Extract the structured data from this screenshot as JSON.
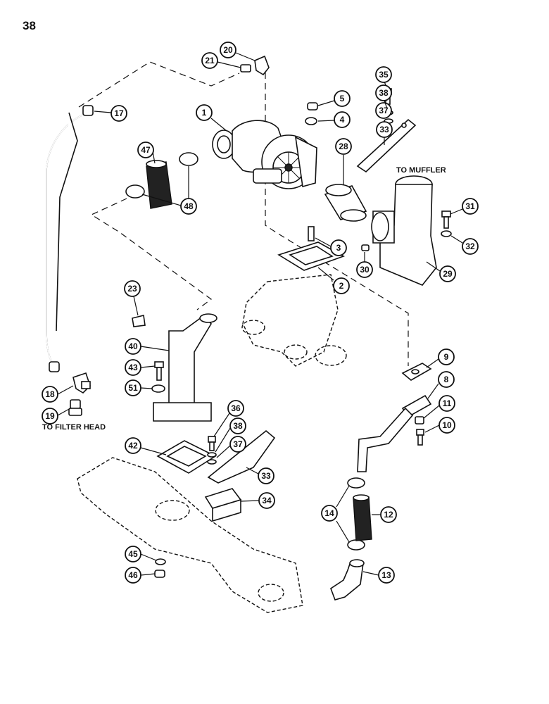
{
  "page_number": "38",
  "captions": {
    "to_muffler": "TO MUFFLER",
    "to_filter_head": "TO FILTER HEAD"
  },
  "callouts": [
    "1",
    "2",
    "3",
    "4",
    "5",
    "8",
    "9",
    "10",
    "11",
    "12",
    "13",
    "14",
    "17",
    "18",
    "19",
    "20",
    "21",
    "23",
    "28",
    "29",
    "30",
    "31",
    "32",
    "33",
    "34",
    "35",
    "36",
    "37",
    "38",
    "40",
    "42",
    "43",
    "45",
    "46",
    "47",
    "48",
    "51"
  ]
}
